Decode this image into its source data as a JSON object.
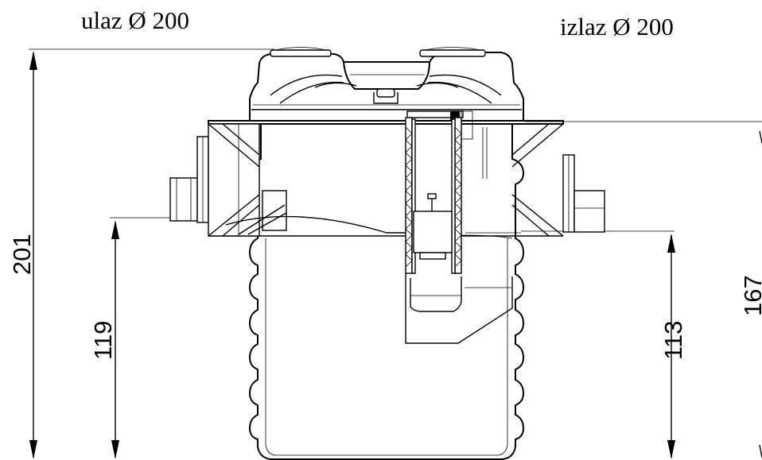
{
  "labels": {
    "inlet": "ulaz Ø 200",
    "outlet": "izlaz Ø 200"
  },
  "dimensions": {
    "total_height": "201",
    "inlet_height": "119",
    "outlet_height": "113",
    "right_height": "167"
  }
}
